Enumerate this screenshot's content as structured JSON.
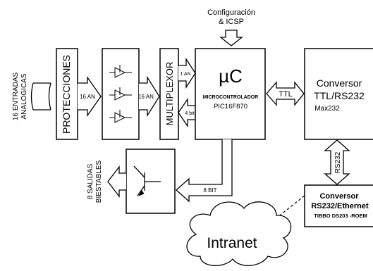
{
  "header": {
    "line1": "Configuración",
    "line2": "& ICSP"
  },
  "inputs": {
    "line1": "16 ENTRADAS",
    "line2": "ANALOGICAS"
  },
  "protecciones": {
    "label": "PROTECCIONES"
  },
  "buses": {
    "an16_a": "16 AN",
    "an16_b": "16 AN",
    "an1": "1 AN",
    "bit4": "4 bit",
    "ttl": "TTL",
    "rs232": "RS232",
    "bit8": "8 BIT"
  },
  "multiplexor": {
    "label": "MULTIPLEXOR"
  },
  "mcu": {
    "symbol": "µC",
    "name": "MICROCONTROLADOR",
    "part": "PIC16F870"
  },
  "conversor_ttl": {
    "line1": "Conversor",
    "line2": "TTL/RS232",
    "line3": "Max232"
  },
  "conversor_eth": {
    "line1": "Conversor",
    "line2": "RS232/Ethernet",
    "line3": "TIBBO DS203 -ROEM"
  },
  "outputs": {
    "line1": "8 SALIDAS",
    "line2": "BIESTABLES"
  },
  "network": {
    "label": "Intranet"
  }
}
